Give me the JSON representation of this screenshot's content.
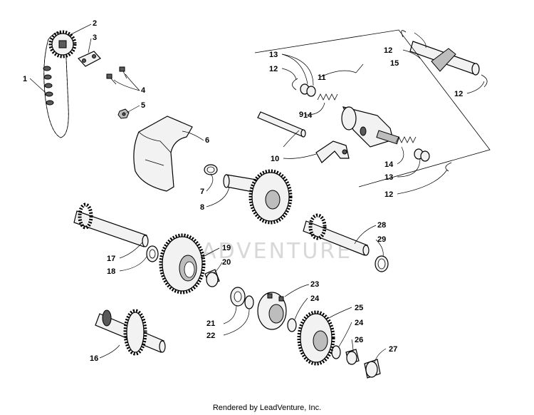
{
  "diagram": {
    "callouts": [
      "1",
      "2",
      "3",
      "4",
      "5",
      "6",
      "7",
      "8",
      "9",
      "10",
      "11",
      "12",
      "13",
      "14",
      "15",
      "16",
      "17",
      "18",
      "19",
      "20",
      "21",
      "22",
      "23",
      "24",
      "25",
      "26",
      "27",
      "28",
      "29"
    ],
    "watermark": "ADVENTURE",
    "footer": "Rendered by LeadVenture, Inc."
  }
}
